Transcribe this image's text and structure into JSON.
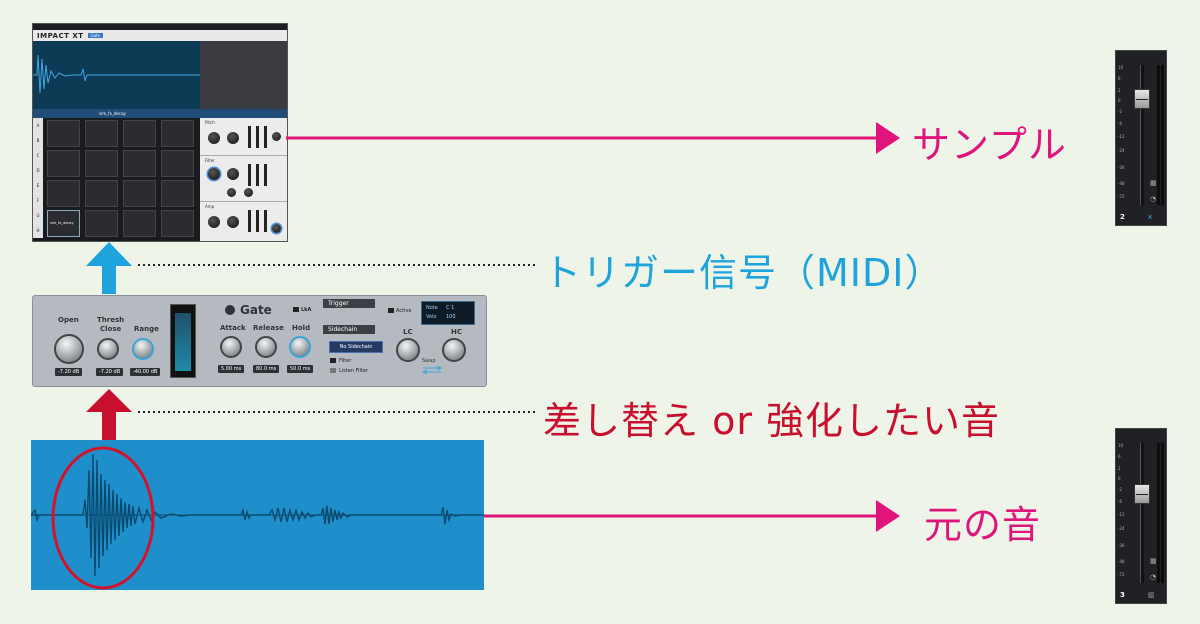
{
  "labels": {
    "sample": "サンプル",
    "trigger": "トリガー信号（MIDI）",
    "replace": "差し替え or 強化したい音",
    "original": "元の音"
  },
  "impact": {
    "brand": "IMPACT XT",
    "dropdown_item": "Gate",
    "sample_name": "sim_fx_decay",
    "sections": [
      "Pitch",
      "Filter",
      "Amp"
    ],
    "rows": [
      "A",
      "B",
      "C",
      "D",
      "E",
      "F",
      "G",
      "H"
    ],
    "pad_name": "sim_fx_decay"
  },
  "gate": {
    "title": "Gate",
    "lpa": "LkA",
    "open_label": "Open",
    "thresh_label": "Thresh",
    "close_label": "Close",
    "range_label": "Range",
    "attack_label": "Attack",
    "release_label": "Release",
    "hold_label": "Hold",
    "open_value": "-7.20 dB",
    "close_value": "-7.20 dB",
    "range_value": "-40.00 dB",
    "attack_value": "5.00 ms",
    "release_value": "80.0 ms",
    "hold_value": "50.0 ms",
    "trigger_label": "Trigger",
    "active_label": "Active",
    "note_label": "Note",
    "note_value": "C 1",
    "velo_label": "Velo",
    "velo_value": "100",
    "sidechain_label": "Sidechain",
    "sidechain_button": "No Sidechain",
    "lc_label": "LC",
    "hc_label": "HC",
    "swap_label": "Swap",
    "filter_label": "Filter",
    "listen_filter_label": "Listen Filter"
  },
  "mixers": [
    {
      "number": "2",
      "ticks": [
        "10",
        "6",
        "2",
        "0",
        "-2",
        "-6",
        "-12",
        "-24",
        "-36",
        "-48",
        "-72"
      ]
    },
    {
      "number": "3",
      "ticks": [
        "10",
        "6",
        "2",
        "0",
        "-2",
        "-6",
        "-12",
        "-24",
        "-36",
        "-48",
        "-72"
      ]
    }
  ],
  "colors": {
    "magenta": "#e0157c",
    "blue": "#1ea3dc",
    "red": "#c8102e",
    "background": "#eef4e8",
    "waveform": "#1e8fcb"
  }
}
